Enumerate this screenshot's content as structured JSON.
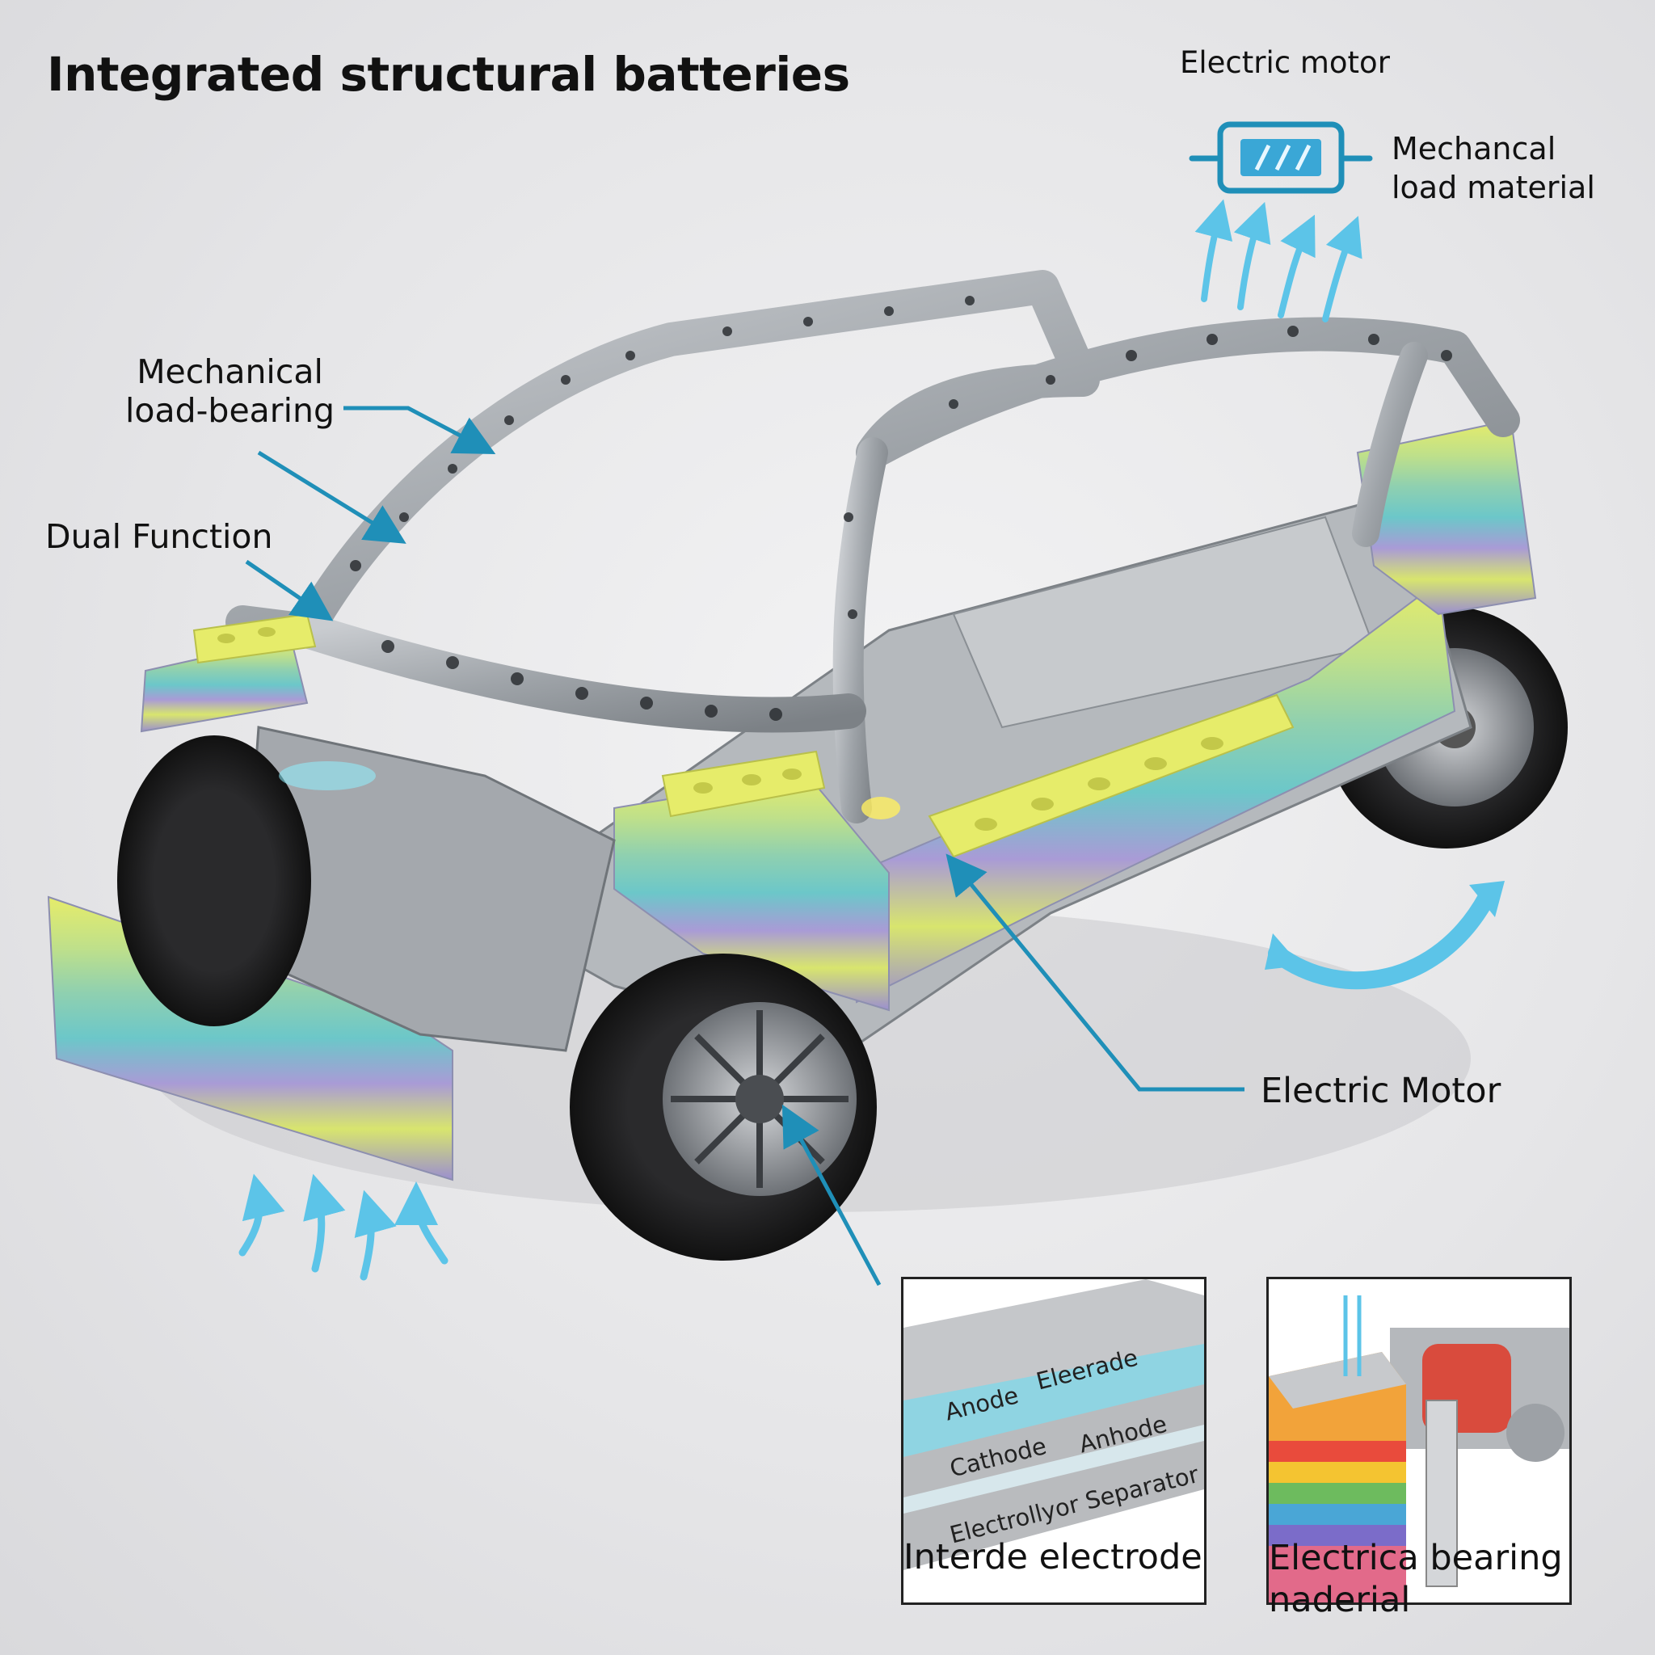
{
  "title": "Integrated structural batteries",
  "labels": {
    "electric_motor_top": "Electric motor",
    "mechanical_load_material": [
      "Mechancal",
      "load material"
    ],
    "mechanical_load_bearing": [
      "Mechanical",
      "load-bearing"
    ],
    "dual_function": "Dual Function",
    "electric_motor": "Electric Motor"
  },
  "insets": [
    {
      "caption": "Interde electrode",
      "layers": [
        "Anode",
        "Eleerade",
        "Cathode",
        "Anhode",
        "Electrollyor Separator"
      ]
    },
    {
      "caption": [
        "Electrica bearing",
        "naderial"
      ]
    }
  ],
  "colors": {
    "accent_blue": "#1f8fb8",
    "arrow_blue": "#5cc4e8",
    "frame_grey": "#9ea3a8",
    "layer_yellow": "#e6ec6a",
    "layer_green": "#9fd8a8",
    "layer_teal": "#6cc7c9",
    "layer_purple": "#a99bd6"
  }
}
